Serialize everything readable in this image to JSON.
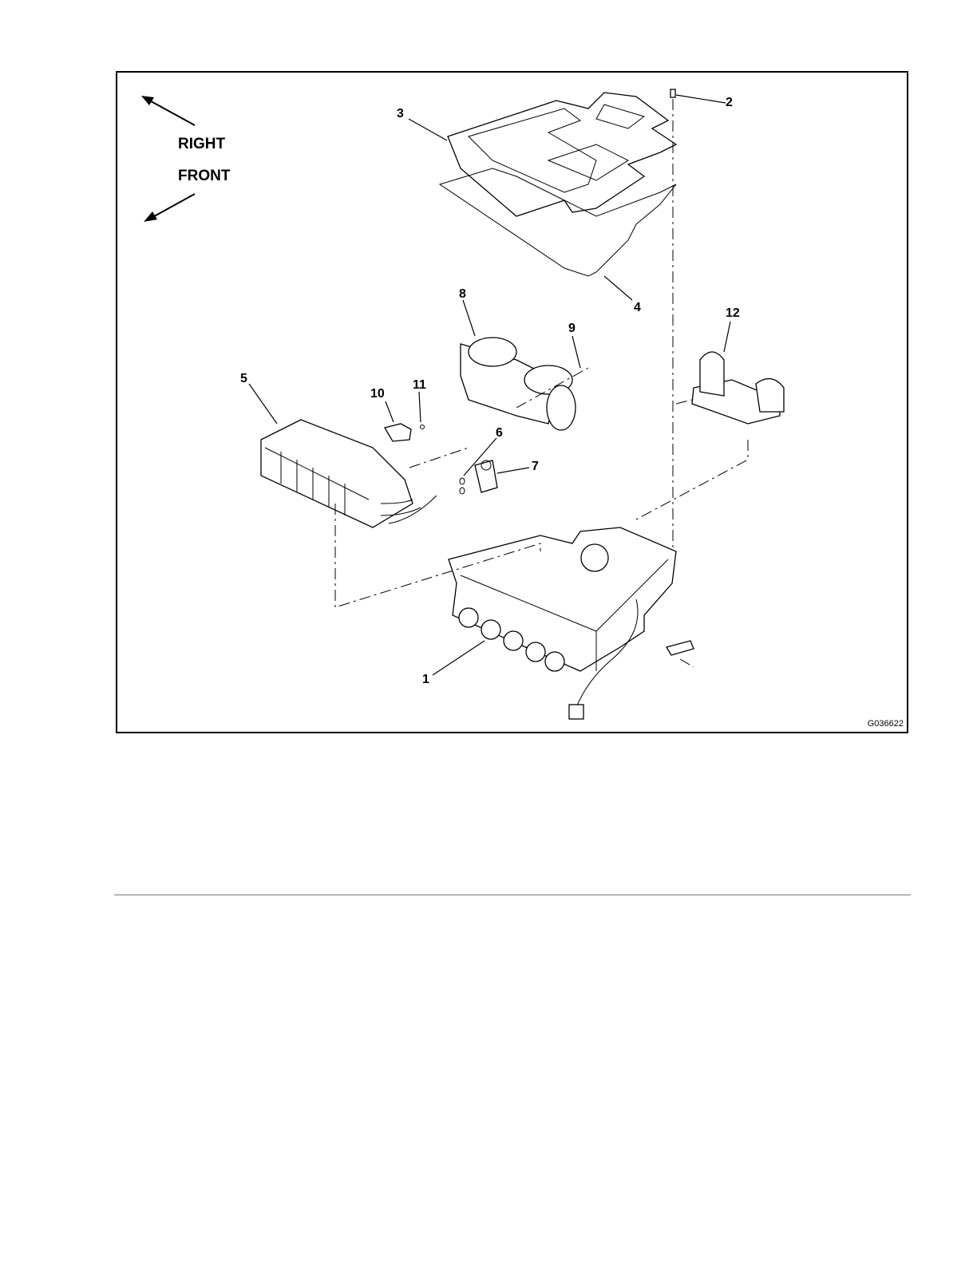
{
  "figure": {
    "code": "G036622",
    "directions": {
      "right": "RIGHT",
      "front": "FRONT"
    },
    "callouts": [
      "1",
      "2",
      "3",
      "4",
      "5",
      "6",
      "7",
      "8",
      "9",
      "10",
      "11",
      "12"
    ]
  },
  "icons": {
    "right_arrow": "arrow-up-left-icon",
    "front_arrow": "arrow-down-left-icon"
  }
}
